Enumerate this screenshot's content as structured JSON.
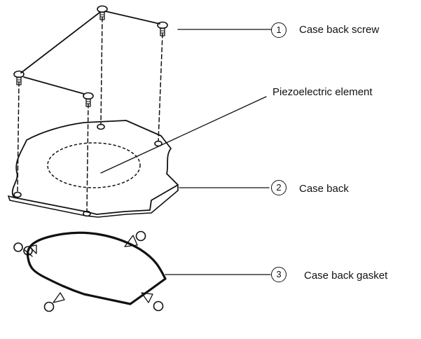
{
  "diagram": {
    "parts": [
      {
        "number": "1",
        "label": "Case back screw"
      },
      {
        "number": "2",
        "label": "Case back"
      },
      {
        "number": "3",
        "label": "Case back gasket"
      }
    ],
    "annotations": [
      {
        "label": "Piezoelectric element"
      }
    ],
    "colors": {
      "line": "#111111",
      "background": "#ffffff"
    }
  }
}
